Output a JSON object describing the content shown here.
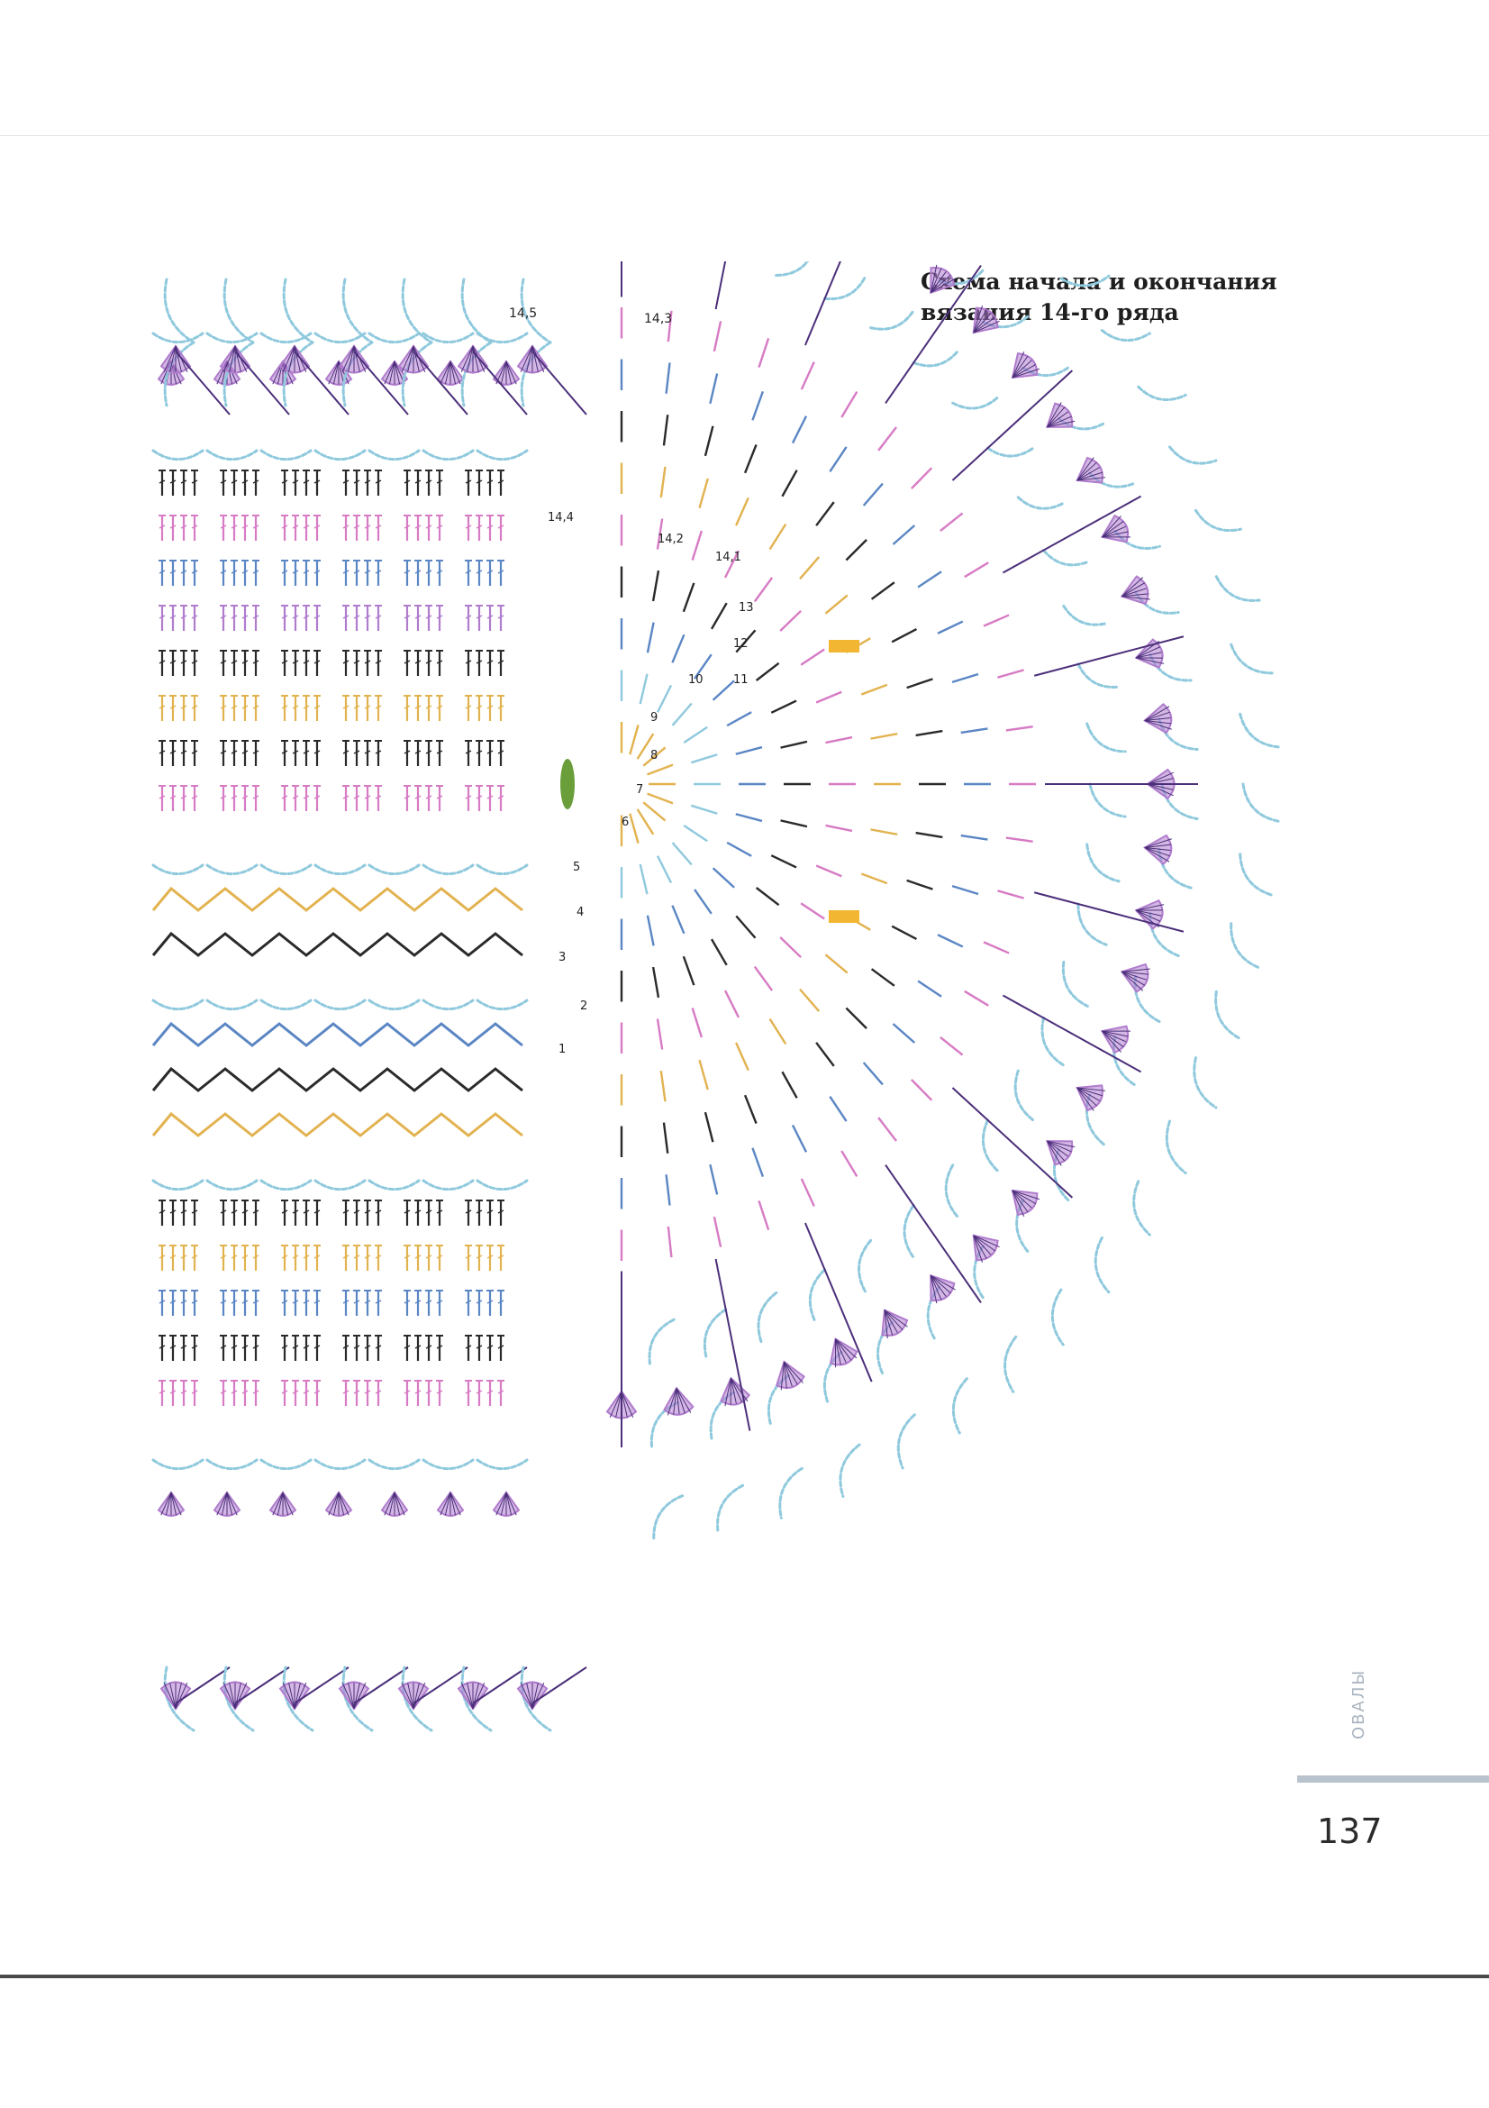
{
  "title": "Схема начала и окончания\nвязания 14-го ряда",
  "section_label": "ОВАЛЫ",
  "page_number": "137",
  "row_labels": {
    "top_left": "14,5",
    "top_mid": "14,3",
    "r14_4": "14,4",
    "r14_2": "14,2",
    "r14_1": "14,1",
    "r13": "13",
    "r12": "12",
    "r11": "11",
    "r10": "10",
    "r9": "9",
    "r8": "8",
    "r7": "7",
    "r6": "6",
    "r5": "5",
    "r4": "4",
    "r3": "3",
    "r2": "2",
    "r1": "1"
  },
  "colors": {
    "light_blue": "#8fc9dd",
    "violet": "#b07ccd",
    "dark_violet": "#4b2f7a",
    "mid_blue": "#5b86c4",
    "yellow": "#e2b24f",
    "pink": "#d77bc4",
    "black": "#2a2a2a",
    "green": "#6a9e3a",
    "highlight": "#f2b632"
  },
  "icons": {
    "shell": "fan-shell-icon",
    "chain_loop": "chain-arch-icon",
    "bobble": "bobble-oval-icon"
  }
}
